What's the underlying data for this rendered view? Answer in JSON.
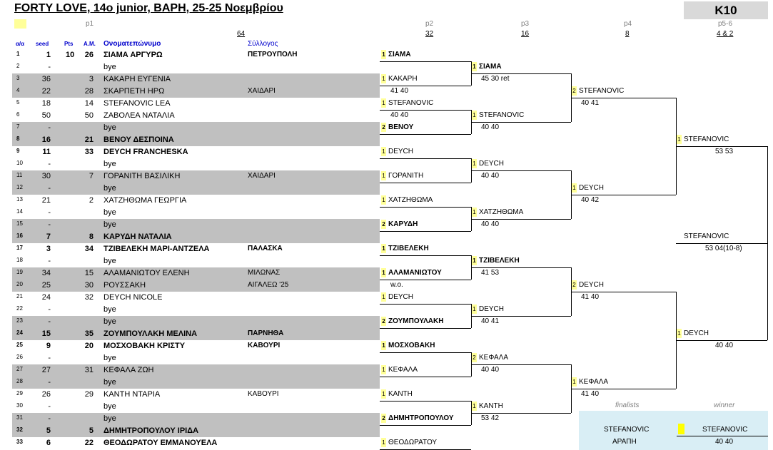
{
  "title": "FORTY LOVE, 14o junior, ΒΑΡΗ, 25-25 Νοεμβρίου",
  "category": "K10",
  "phases": {
    "p1": "p1",
    "p2": "p2",
    "p3": "p3",
    "p4": "p4",
    "p56": "p5-6",
    "n64": "64",
    "n32": "32",
    "n16": "16",
    "n8": "8",
    "final_n": "4 & 2"
  },
  "columns": {
    "ao": "α/α",
    "seed": "seed",
    "pts": "Pts",
    "am": "Α.Μ.",
    "name": "Ονοματεπώνυμο",
    "club": "Σύλλογος"
  },
  "players": [
    {
      "ao": "1",
      "seed": "1",
      "pts": "10",
      "am": "26",
      "name": "ΣΙΑΜΑ ΑΡΓΥΡΩ",
      "club": "ΠΕΤΡΟΥΠΟΛΗ"
    },
    {
      "ao": "2",
      "seed": "-",
      "pts": "",
      "am": "",
      "name": "bye",
      "club": ""
    },
    {
      "ao": "3",
      "seed": "36",
      "pts": "",
      "am": "3",
      "name": "ΚΑΚΑΡΗ ΕΥΓΕΝΙΑ",
      "club": ""
    },
    {
      "ao": "4",
      "seed": "22",
      "pts": "",
      "am": "28",
      "name": "ΣΚΑΡΠΕΤΗ ΗΡΩ",
      "club": "ΧΑΙΔΑΡΙ"
    },
    {
      "ao": "5",
      "seed": "18",
      "pts": "",
      "am": "14",
      "name": "STEFANOVIC LEA",
      "club": ""
    },
    {
      "ao": "6",
      "seed": "50",
      "pts": "",
      "am": "50",
      "name": "ΖΑΒΟΛΕΑ ΝΑΤΑΛΙΑ",
      "club": ""
    },
    {
      "ao": "7",
      "seed": "-",
      "pts": "",
      "am": "",
      "name": "bye",
      "club": ""
    },
    {
      "ao": "8",
      "seed": "16",
      "pts": "",
      "am": "21",
      "name": "ΒΕΝΟΥ ΔΕΣΠΟΙΝΑ",
      "club": ""
    },
    {
      "ao": "9",
      "seed": "11",
      "pts": "",
      "am": "33",
      "name": "DEYCH FRANCHESKA",
      "club": ""
    },
    {
      "ao": "10",
      "seed": "-",
      "pts": "",
      "am": "",
      "name": "bye",
      "club": ""
    },
    {
      "ao": "11",
      "seed": "30",
      "pts": "",
      "am": "7",
      "name": "ΓΟΡΑΝΙΤΗ ΒΑΣΙΛΙΚΗ",
      "club": "ΧΑΙΔΑΡΙ"
    },
    {
      "ao": "12",
      "seed": "-",
      "pts": "",
      "am": "",
      "name": "bye",
      "club": ""
    },
    {
      "ao": "13",
      "seed": "21",
      "pts": "",
      "am": "2",
      "name": "ΧΑΤΖΗΘΩΜΑ ΓΕΩΡΓΙΑ",
      "club": ""
    },
    {
      "ao": "14",
      "seed": "-",
      "pts": "",
      "am": "",
      "name": "bye",
      "club": ""
    },
    {
      "ao": "15",
      "seed": "-",
      "pts": "",
      "am": "",
      "name": "bye",
      "club": ""
    },
    {
      "ao": "16",
      "seed": "7",
      "pts": "",
      "am": "8",
      "name": "ΚΑΡΥΔΗ ΝΑΤΑΛΙΑ",
      "club": ""
    },
    {
      "ao": "17",
      "seed": "3",
      "pts": "",
      "am": "34",
      "name": "ΤΖΙΒΕΛΕΚΗ ΜΑΡΙ-ΑΝΤΖΕΛΑ",
      "club": "ΠΑΛΑΣΚΑ"
    },
    {
      "ao": "18",
      "seed": "-",
      "pts": "",
      "am": "",
      "name": "bye",
      "club": ""
    },
    {
      "ao": "19",
      "seed": "34",
      "pts": "",
      "am": "15",
      "name": "ΑΛΑΜΑΝΙΩΤΟΥ ΕΛΕΝΗ",
      "club": "ΜΙΛΩΝΑΣ"
    },
    {
      "ao": "20",
      "seed": "25",
      "pts": "",
      "am": "30",
      "name": "ΡΟΥΣΣΑΚΗ",
      "club": "ΑΙΓΑΛΕΩ '25"
    },
    {
      "ao": "21",
      "seed": "24",
      "pts": "",
      "am": "32",
      "name": "DEYCH NICOLE",
      "club": ""
    },
    {
      "ao": "22",
      "seed": "-",
      "pts": "",
      "am": "",
      "name": "bye",
      "club": ""
    },
    {
      "ao": "23",
      "seed": "-",
      "pts": "",
      "am": "",
      "name": "bye",
      "club": ""
    },
    {
      "ao": "24",
      "seed": "15",
      "pts": "",
      "am": "35",
      "name": "ΖΟΥΜΠΟΥΛΑΚΗ ΜΕΛΙΝΑ",
      "club": "ΠΑΡΝΗΘΑ"
    },
    {
      "ao": "25",
      "seed": "9",
      "pts": "",
      "am": "20",
      "name": "ΜΟΣΧΟΒΑΚΗ ΚΡΙΣΤΥ",
      "club": "ΚΑΒΟΥΡΙ"
    },
    {
      "ao": "26",
      "seed": "-",
      "pts": "",
      "am": "",
      "name": "bye",
      "club": ""
    },
    {
      "ao": "27",
      "seed": "27",
      "pts": "",
      "am": "31",
      "name": "ΚΕΦΑΛΑ ΖΩΗ",
      "club": ""
    },
    {
      "ao": "28",
      "seed": "-",
      "pts": "",
      "am": "",
      "name": "bye",
      "club": ""
    },
    {
      "ao": "29",
      "seed": "26",
      "pts": "",
      "am": "29",
      "name": "ΚΑΝΤΗ ΝΤΑΡΙΑ",
      "club": "ΚΑΒΟΥΡΙ"
    },
    {
      "ao": "30",
      "seed": "-",
      "pts": "",
      "am": "",
      "name": "bye",
      "club": ""
    },
    {
      "ao": "31",
      "seed": "-",
      "pts": "",
      "am": "",
      "name": "bye",
      "club": ""
    },
    {
      "ao": "32",
      "seed": "5",
      "pts": "",
      "am": "5",
      "name": "ΔΗΜΗΤΡΟΠΟΥΛΟΥ ΙΡΙΔΑ",
      "club": ""
    },
    {
      "ao": "33",
      "seed": "6",
      "pts": "",
      "am": "22",
      "name": "ΘΕΟΔΩΡΑΤΟΥ ΕΜΜΑΝΟΥΕΛΑ",
      "club": ""
    }
  ],
  "r2": [
    {
      "s": "1",
      "name": "ΣΙΑΜΑ",
      "score": ""
    },
    {
      "s": "1",
      "name": "ΚΑΚΑΡΗ",
      "score": "41 40"
    },
    {
      "s": "1",
      "name": "STEFANOVIC",
      "score": "40 40"
    },
    {
      "s": "2",
      "name": "ΒΕΝΟΥ",
      "score": ""
    },
    {
      "s": "1",
      "name": "DEYCH",
      "score": ""
    },
    {
      "s": "1",
      "name": "ΓΟΡΑΝΙΤΗ",
      "score": ""
    },
    {
      "s": "1",
      "name": "ΧΑΤΖΗΘΩΜΑ",
      "score": ""
    },
    {
      "s": "2",
      "name": "ΚΑΡΥΔΗ",
      "score": ""
    },
    {
      "s": "1",
      "name": "ΤΖΙΒΕΛΕΚΗ",
      "score": ""
    },
    {
      "s": "1",
      "name": "ΑΛΑΜΑΝΙΩΤΟΥ",
      "score": "w.o."
    },
    {
      "s": "1",
      "name": "DEYCH",
      "score": ""
    },
    {
      "s": "2",
      "name": "ΖΟΥΜΠΟΥΛΑΚΗ",
      "score": ""
    },
    {
      "s": "1",
      "name": "ΜΟΣΧΟΒΑΚΗ",
      "score": ""
    },
    {
      "s": "1",
      "name": "ΚΕΦΑΛΑ",
      "score": ""
    },
    {
      "s": "1",
      "name": "ΚΑΝΤΗ",
      "score": ""
    },
    {
      "s": "2",
      "name": "ΔΗΜΗΤΡΟΠΟΥΛΟΥ",
      "score": ""
    },
    {
      "s": "1",
      "name": "ΘΕΟΔΩΡΑΤΟΥ",
      "score": ""
    }
  ],
  "r3": [
    {
      "s": "1",
      "name": "ΣΙΑΜΑ",
      "score": "45 30 ret"
    },
    {
      "s": "1",
      "name": "STEFANOVIC",
      "score": "40 40"
    },
    {
      "s": "1",
      "name": "DEYCH",
      "score": "40 40"
    },
    {
      "s": "1",
      "name": "ΧΑΤΖΗΘΩΜΑ",
      "score": "40 40"
    },
    {
      "s": "1",
      "name": "ΤΖΙΒΕΛΕΚΗ",
      "score": "41 53"
    },
    {
      "s": "1",
      "name": "DEYCH",
      "score": "40 41"
    },
    {
      "s": "2",
      "name": "ΚΕΦΑΛΑ",
      "score": "40 40"
    },
    {
      "s": "1",
      "name": "ΚΑΝΤΗ",
      "score": "53 42"
    }
  ],
  "r4": [
    {
      "s": "2",
      "name": "STEFANOVIC",
      "score": "40 41"
    },
    {
      "s": "1",
      "name": "DEYCH",
      "score": "40 42"
    },
    {
      "s": "2",
      "name": "DEYCH",
      "score": "41 40"
    },
    {
      "s": "1",
      "name": "ΚΕΦΑΛΑ",
      "score": "41 40"
    }
  ],
  "r5": [
    {
      "s": "1",
      "name": "STEFANOVIC",
      "score": "53 53"
    },
    {
      "s": "",
      "name": "STEFANOVIC",
      "score": "53 04(10-8)"
    },
    {
      "s": "1",
      "name": "DEYCH",
      "score": "40 40"
    }
  ],
  "final": {
    "finalists_label": "finalists",
    "winner_label": "winner",
    "finalist1": "STEFANOVIC",
    "finalist2": "ΑΡΑΠΗ",
    "winner": "STEFANOVIC",
    "score": "40 40"
  }
}
